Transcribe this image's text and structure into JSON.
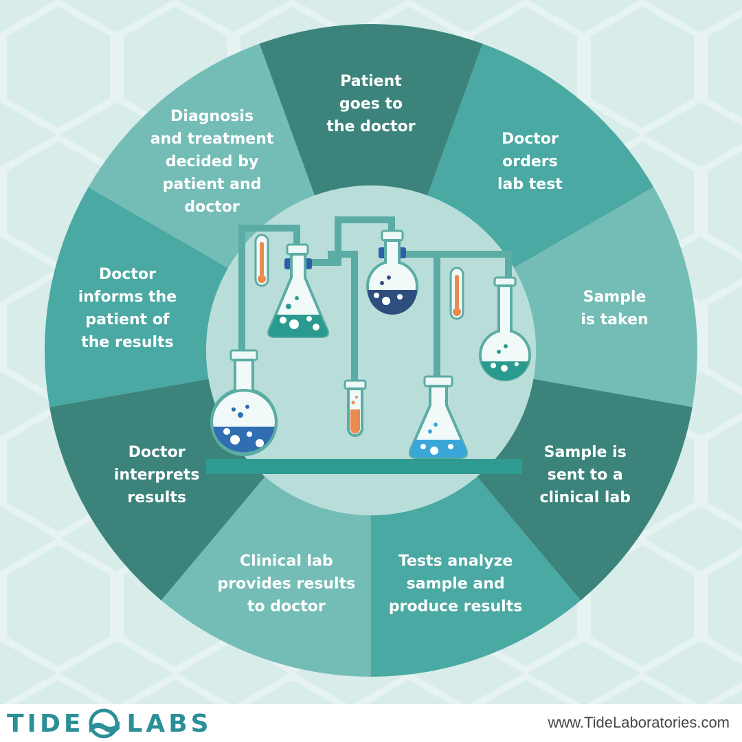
{
  "steps": [
    {
      "lines": [
        "Patient",
        "goes to",
        "the doctor"
      ],
      "color": "#3c847b"
    },
    {
      "lines": [
        "Doctor",
        "orders",
        "lab test"
      ],
      "color": "#4aa9a2"
    },
    {
      "lines": [
        "Sample",
        "is taken"
      ],
      "color": "#74bdb6"
    },
    {
      "lines": [
        "Sample is",
        "sent to a",
        "clinical lab"
      ],
      "color": "#3c847b"
    },
    {
      "lines": [
        "Tests analyze",
        "sample and",
        "produce results"
      ],
      "color": "#4aa9a2"
    },
    {
      "lines": [
        "Clinical lab",
        "provides results",
        "to doctor"
      ],
      "color": "#74bdb6"
    },
    {
      "lines": [
        "Doctor",
        "interprets",
        "results"
      ],
      "color": "#3c847b"
    },
    {
      "lines": [
        "Doctor",
        "informs the",
        "patient of",
        "the results"
      ],
      "color": "#4aa9a2"
    },
    {
      "lines": [
        "Diagnosis",
        "and treatment",
        "decided by",
        "patient and",
        "doctor"
      ],
      "color": "#74bdb6"
    }
  ],
  "brand": {
    "left_word": "TIDE",
    "right_word": "LABS",
    "logo_color": "#2a8f96",
    "website": "www.TideLaboratories.com"
  },
  "colors": {
    "background": "#d8ecea",
    "inner_circle": "#b9ddd9",
    "bench": "#2f9a90"
  }
}
